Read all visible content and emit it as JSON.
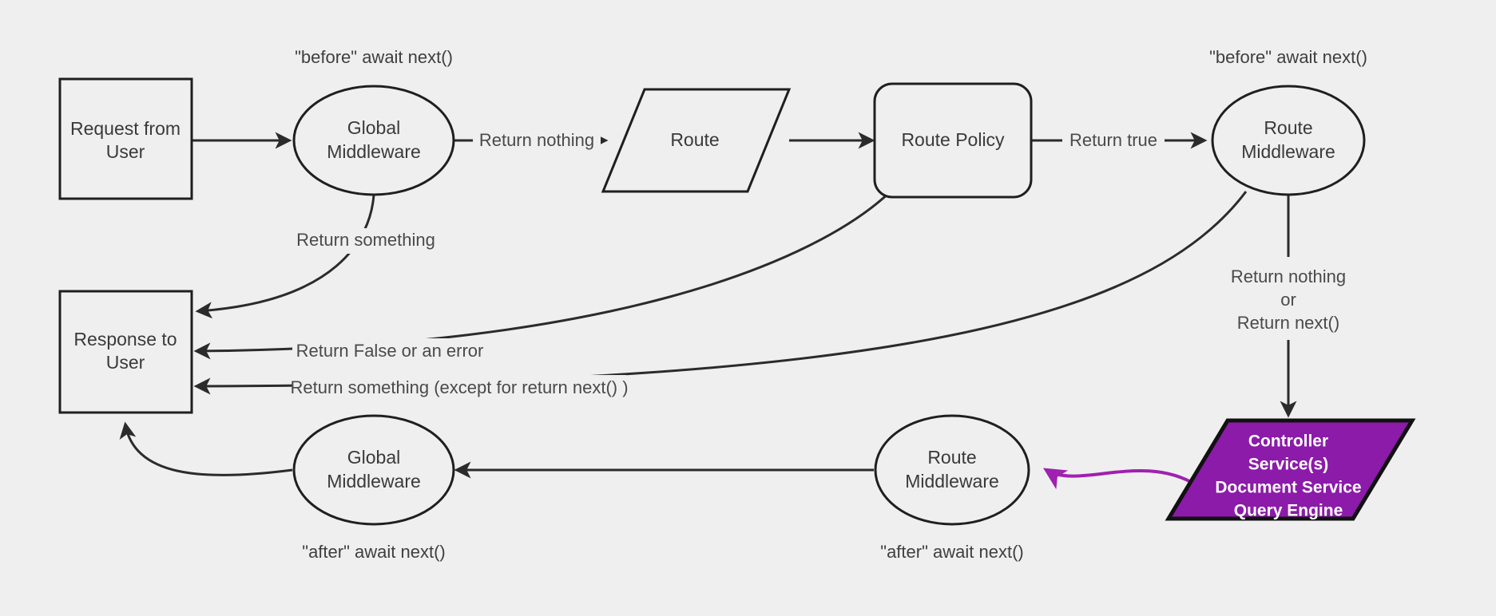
{
  "diagram": {
    "title": "Request middleware lifecycle flowchart",
    "background_color": "#efefef",
    "stroke_color": "#2b2b2b",
    "accent_color": "#8B1BA8",
    "nodes": [
      {
        "id": "request",
        "shape": "rectangle",
        "line1": "Request from",
        "line2": "User"
      },
      {
        "id": "global_mw_top",
        "shape": "ellipse",
        "line1": "Global",
        "line2": "Middleware"
      },
      {
        "id": "route",
        "shape": "parallelogram",
        "line1": "Route",
        "line2": ""
      },
      {
        "id": "route_policy",
        "shape": "rounded-rectangle",
        "line1": "Route Policy",
        "line2": ""
      },
      {
        "id": "route_mw_top",
        "shape": "ellipse",
        "line1": "Route",
        "line2": "Middleware"
      },
      {
        "id": "response",
        "shape": "rectangle",
        "line1": "Response to",
        "line2": "User"
      },
      {
        "id": "global_mw_bottom",
        "shape": "ellipse",
        "line1": "Global",
        "line2": "Middleware"
      },
      {
        "id": "route_mw_bottom",
        "shape": "ellipse",
        "line1": "Route",
        "line2": "Middleware"
      },
      {
        "id": "controller",
        "shape": "parallelogram",
        "fill": "#8B1BA8",
        "line1": "Controller",
        "line2": "Service(s)",
        "line3": "Document Service",
        "line4": "Query Engine"
      }
    ],
    "edge_labels": {
      "return_nothing": "Return nothing",
      "return_true": "Return true",
      "return_something": "Return something",
      "return_false_or_error": "Return False or an error",
      "return_something_except": "Return something (except for return next() )",
      "return_nothing_or_next_l1": "Return nothing",
      "return_nothing_or_next_l2": "or",
      "return_nothing_or_next_l3": "Return next()"
    },
    "notes": {
      "before_left": "\"before\" await next()",
      "before_right": "\"before\" await next()",
      "after_left": "\"after\" await next()",
      "after_right": "\"after\" await next()"
    }
  }
}
